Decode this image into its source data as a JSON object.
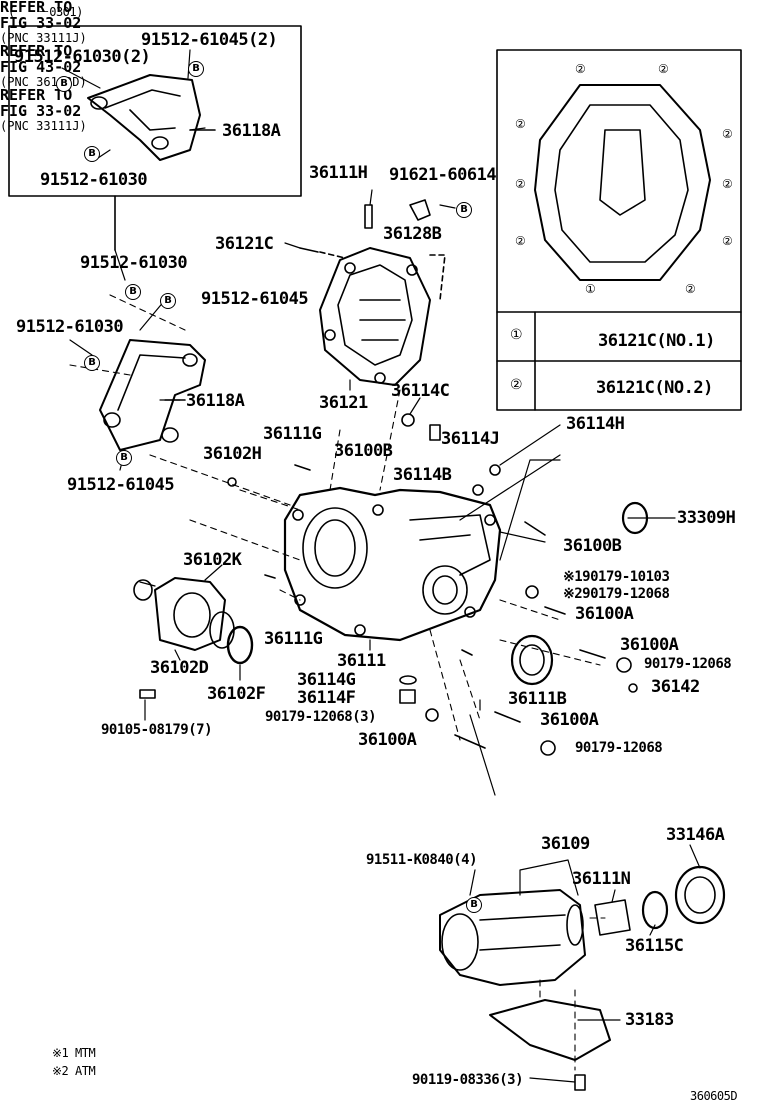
{
  "header_note": "(　　－0301)",
  "footer_code": "360605D",
  "legend": {
    "mark1": "※1 MTM",
    "mark2": "※2 ATM"
  },
  "inset_detail": {
    "key_1_symbol": "①",
    "key_1_part": "36121C(NO.1)",
    "key_2_symbol": "②",
    "key_2_part": "36121C(NO.2)",
    "circle_1": "①",
    "circle_2": "②"
  },
  "bolt_marker": "B",
  "parts": {
    "p_91512_61045_2": "91512-61045(2)",
    "p_91512_61030_2": "91512-61030(2)",
    "p_36118A_top": "36118A",
    "p_91512_61030_inset": "91512-61030",
    "p_91512_61030_a": "91512-61030",
    "p_91512_61045_a": "91512-61045",
    "p_91512_61030_b": "91512-61030",
    "p_36118A": "36118A",
    "p_91512_61045_b": "91512-61045",
    "p_36111H": "36111H",
    "p_91621_60614": "91621-60614",
    "p_36121C": "36121C",
    "p_36128B": "36128B",
    "p_36121": "36121",
    "p_36114C": "36114C",
    "p_36114H": "36114H",
    "p_36111G_a": "36111G",
    "p_36100B_a": "36100B",
    "p_36114J": "36114J",
    "p_36102H": "36102H",
    "p_36114B": "36114B",
    "p_33309H": "33309H",
    "p_36100B_b": "36100B",
    "p_36102K": "36102K",
    "p_90179_10103": "90179-10103",
    "p_90179_12068_a": "90179-12068",
    "p_36100A_a": "36100A",
    "p_36111G_b": "36111G",
    "p_36100A_b": "36100A",
    "p_36102D": "36102D",
    "p_36111": "36111",
    "p_90179_12068_b": "90179-12068",
    "p_36114G": "36114G",
    "p_36142": "36142",
    "p_36102F": "36102F",
    "p_36114F": "36114F",
    "p_36111B": "36111B",
    "p_90105_08179": "90105-08179(7)",
    "p_90179_12068_3": "90179-12068(3)",
    "p_36100A_c": "36100A",
    "p_36100A_d": "36100A",
    "p_90179_12068_c": "90179-12068",
    "p_36109": "36109",
    "p_33146A": "33146A",
    "p_91511_K0840": "91511-K0840(4)",
    "p_36111N": "36111N",
    "p_36115C": "36115C",
    "p_33183": "33183",
    "p_90119_08336": "90119-08336(3)"
  },
  "notes": {
    "mark1_prefix": "※1",
    "mark2_prefix": "※2"
  },
  "refs": {
    "r1_a": "REFER TO",
    "r1_b": "FIG 33-02",
    "r1_c": "(PNC 33111J)",
    "r2_a": "REFER TO",
    "r2_b": "FIG 43-02",
    "r2_c": "(PNC 36113D)",
    "r3_a": "REFER TO",
    "r3_b": "FIG 33-02",
    "r3_c": "(PNC 33111J)"
  }
}
